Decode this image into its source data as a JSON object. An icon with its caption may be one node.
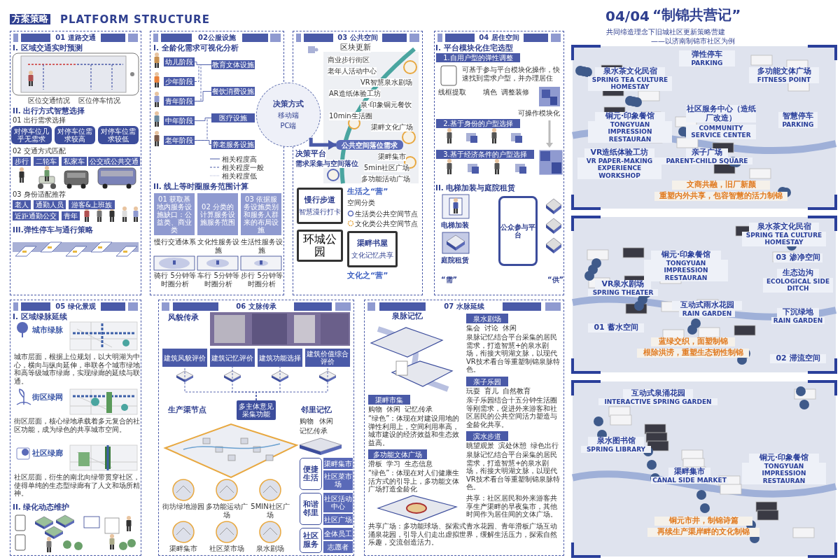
{
  "diagram": {
    "nodes": [
      {
        "text": [
          "01 道路交通"
        ]
      },
      {
        "text": [
          "02公服设施"
        ]
      },
      {
        "text": [
          "03 公共空间"
        ]
      },
      {
        "text": [
          "04 居住空间"
        ]
      },
      {
        "text": [
          "05 绿化景观"
        ]
      },
      {
        "text": [
          "06 文脉传承"
        ]
      },
      {
        "text": [
          "07 水脉延续"
        ]
      },
      {
        "text": [
          "对停车位几乎无需求"
        ],
        "in": 0
      },
      {
        "text": [
          "对停车位需求较高"
        ],
        "in": 0
      },
      {
        "text": [
          "对停车位需求较低"
        ],
        "in": 0
      },
      {
        "text": [
          "步行"
        ],
        "in": 0
      },
      {
        "text": [
          "二轮车"
        ],
        "in": 0
      },
      {
        "text": [
          "私家车"
        ],
        "in": 0
      },
      {
        "text": [
          "公交或公共交通"
        ],
        "in": 0
      },
      {
        "text": [
          "老人"
        ],
        "in": 0
      },
      {
        "text": [
          "通勤人员"
        ],
        "in": 0
      },
      {
        "text": [
          "游客&上班族"
        ],
        "in": 0
      },
      {
        "text": [
          "近距通勤公交"
        ],
        "in": 0
      },
      {
        "text": [
          "青年"
        ],
        "in": 0
      },
      {
        "text": [
          "幼儿阶段"
        ],
        "in": 1
      },
      {
        "text": [
          "少年阶段"
        ],
        "in": 1
      },
      {
        "text": [
          "青年阶段"
        ],
        "in": 1
      },
      {
        "text": [
          "中年阶段"
        ],
        "in": 1
      },
      {
        "text": [
          "老年阶段"
        ],
        "in": 1
      },
      {
        "text": [
          "教育文体设施"
        ],
        "in": 1
      },
      {
        "text": [
          "餐饮消费设施"
        ],
        "in": 1
      },
      {
        "text": [
          "医疗设施"
        ],
        "in": 1
      },
      {
        "text": [
          "养老服务设施"
        ],
        "in": 1
      },
      {
        "text": [
          "01 获取基地内服务设施缺口：公益类、商业类"
        ],
        "in": 1
      },
      {
        "text": [
          "02 分类的计算服务设施服务范围"
        ],
        "in": 1
      },
      {
        "text": [
          "03 依据服务设施类别和服务人群来的布局设施"
        ],
        "in": 1
      },
      {
        "text": [
          "决策方式",
          "移动端",
          "PC端"
        ]
      },
      {
        "text": [
          "公共空间落位需求"
        ],
        "in": 2
      },
      {
        "text": [
          "慢行步道",
          "智慧漫行打卡"
        ],
        "in": 2
      },
      {
        "text": [
          "环城公园"
        ],
        "in": 2
      },
      {
        "text": [
          "渠畔书屋",
          "文化记忆共享"
        ],
        "in": 2
      },
      {
        "text": [
          "1.自用户型的弹性调整"
        ],
        "in": 3
      },
      {
        "text": [
          "2.基于身份的户型选择"
        ],
        "in": 3
      },
      {
        "text": [
          "3.基于经济条件的户型选择"
        ],
        "in": 3
      },
      {
        "text": [
          "公众参与平台"
        ],
        "in": 3
      },
      {
        "text": [
          "建筑风貌评价"
        ],
        "in": 5
      },
      {
        "text": [
          "建筑记忆评价"
        ],
        "in": 5
      },
      {
        "text": [
          "建筑功能选择"
        ],
        "in": 5
      },
      {
        "text": [
          "建筑价值综合评价"
        ],
        "in": 5
      },
      {
        "text": [
          "多主体意见采集功能"
        ],
        "in": 5
      },
      {
        "text": [
          "便捷生活"
        ],
        "in": 5
      },
      {
        "text": [
          "渠畔集市"
        ],
        "in": 5
      },
      {
        "text": [
          "社区菜市场"
        ],
        "in": 5
      },
      {
        "text": [
          "和谐邻里"
        ],
        "in": 5
      },
      {
        "text": [
          "社区活动中心"
        ],
        "in": 5
      },
      {
        "text": [
          "社区广场"
        ],
        "in": 5
      },
      {
        "text": [
          "社区服务"
        ],
        "in": 5
      },
      {
        "text": [
          "全体员工"
        ],
        "in": 5
      },
      {
        "text": [
          "志愿者"
        ],
        "in": 5
      },
      {
        "text": [
          "泉水剧场"
        ],
        "in": 6,
        "beside": [
          "集会",
          "讨论",
          "休闲"
        ]
      },
      {
        "text": [
          "亲子乐园"
        ],
        "in": 6,
        "beside": [
          "玩耍",
          "育儿",
          "自然教育"
        ]
      },
      {
        "text": [
          "滨水步道"
        ],
        "in": 6,
        "beside": [
          "眺望观景",
          "滨处休憩",
          "绿色出行"
        ]
      },
      {
        "text": [
          "渠畔市集"
        ],
        "in": 6,
        "beside": [
          "购物",
          "休闲",
          "记忆传承"
        ]
      },
      {
        "text": [
          "多功能文体广场"
        ],
        "in": 6,
        "beside": [
          "滑板",
          "学习",
          "生态信息"
        ]
      }
    ],
    "edges": [
      {
        "from": 19,
        "to": 24,
        "arrow": "none"
      },
      {
        "from": 20,
        "to": 24,
        "arrow": "none",
        "style": "dashed"
      },
      {
        "from": 21,
        "to": 24,
        "arrow": "none",
        "style": "dashed"
      },
      {
        "from": 21,
        "to": 25,
        "arrow": "none"
      },
      {
        "from": 22,
        "to": 26,
        "arrow": "none"
      },
      {
        "from": 23,
        "to": 26,
        "arrow": "none",
        "style": "dashed"
      },
      {
        "from": 23,
        "to": 27,
        "arrow": "none"
      },
      {
        "from": 44,
        "to": 40,
        "arrow": "none",
        "style": "dashed"
      },
      {
        "from": 44,
        "to": 41,
        "arrow": "none",
        "style": "dashed"
      },
      {
        "from": 44,
        "to": 42,
        "arrow": "none",
        "style": "dashed"
      },
      {
        "from": 44,
        "to": 43,
        "arrow": "none",
        "style": "dashed"
      },
      {
        "from": 31,
        "to": 32,
        "arrow": "to",
        "style": "thick"
      }
    ],
    "labels": [
      "方案策略",
      "PLATFORM STRUCTURE",
      "I. 区域交通实时预测",
      "区位交通情况",
      "区位停车情况",
      "II. 出行方式智慧选择",
      "01 出行需求选择",
      "02 交通方式匹配",
      "03 身份适配推荐",
      "III.弹性停车与通行策略",
      "I. 全龄化需求可视化分析",
      "II. 线上等时圈服务范围计算",
      "慢行交通体系",
      "文化性服务设施",
      "生活性服务设施",
      "骑行 5分钟等时圈分析",
      "车行 5分钟等时圈分析",
      "步行 5分钟等时圈分析",
      "决策平台",
      "需求采集与空间落位",
      "区块更新",
      "商业步行街区",
      "老年人活动中心",
      "VR智慧泉水剧场",
      "AR造纸体验工坊",
      "泉·印象铜元餐饮",
      "10min生活圈",
      "渠畔文化广场",
      "渠畔集市",
      "5min社区广场",
      "多功能活动广场",
      "生活之“营”",
      "空间分类",
      "文化之“营”",
      "I. 平台模块化住宅选型",
      "可基于参与平台模块化操作，快速找到需求户型，并办理居住",
      "线框提取",
      "填色",
      "调整装修",
      "可操作模块化",
      "II. 电梯加装与庭院租赁",
      "电梯加装",
      "庭院租赁",
      "“需”",
      "“供”",
      "I. 区域绿脉延续",
      "城市绿脉",
      "城市层面，根据上位规划，以大明湖为中心，横向与纵向延伸，串联各个城市绿地和高等级城市绿廊，实现绿廊的延续与联通。",
      "街区绿网",
      "街区层面，核心绿地承载着多元复合的社区功能，成为绿色的共享城市空间。",
      "社区绿廊",
      "社区层面，衍生的南北向绿带贯穿社区，使得单纯的生态型绿廊有了人文和场所精神。",
      "II. 绿化动态维护",
      "风貌传承",
      "生产渠节点",
      "邻里记忆",
      "购物",
      "休闲",
      "记忆传承",
      "街坊绿地游园",
      "多功能运动广场",
      "5MIN社区广场",
      "渠畔集市",
      "社区菜市场",
      "泉水剧场",
      "泉脉记忆",
      "泉脉记忆结合平台采集的居民需求，打造智慧+的泉水剧场，衔接大明湖文脉，以现代VR技术看台等重塑制锦泉脉特色。",
      "亲子乐园结合十五分钟生活圈等刚需求，促进外来游客和社区居民的公共空间活力塑造与全龄化共享。",
      "泉脉记忆结合平台采集的居民需求，打造智慧+的泉水剧场，衔接大明湖文脉，以现代VR技术看台等重塑制锦泉脉特色。",
      "“绿色”：体现在对建设用地的弹性利用上，空间利用率高，城市建设的经济效益和生态效益高。",
      "共享：社区居民和外来游客共享生产渠畔的早夜集市，其他时间作为居住间的文体广场。",
      "“绿色”：体现在对人们健康生活方式的引导上，多功能文体广场打造全龄化",
      "共享广场：多功能球场、探索式青水花园、青年滑板广场互动涌泉花园，引导人们走出虚拟世界，缓解生活压力，探索自然乐趣，交流创造活力。",
      "04/04",
      "“制锦共营记”",
      "共同缔造理念下旧城社区更新策略营建",
      "——以济南制锦市社区为例",
      "弹性停车",
      "PARKING",
      "泉水茶文化民宿",
      "SPRING TEA CULTURE HOMESTAY",
      "多功能文体广场",
      "FITNESS POINT",
      "铜元·印象餐馆",
      "TONGYUAN IMPRESSION RESTAURAN",
      "社区服务中心（造纸厂改造）",
      "COMMUNITY SERVICE CENTER",
      "智慧停车",
      "PARKING",
      "亲子广场",
      "PARENT-CHILD SQUARE",
      "VR造纸体验工坊",
      "VR PAPER-MAKING EXPERIENCE WORKSHOP",
      "文商共融，旧厂新颜",
      "重塑内外共享，包容智慧的活力制锦",
      "泉水茶文化民宿",
      "SPRING TEA CULTURE HOMESTAY",
      "铜元·印象餐馆",
      "TONGYUAN IMPRESSION RESTAURAN",
      "03 渗净空间",
      "VR泉水剧场",
      "SPRING THEATER",
      "生态边沟",
      "ECOLOGICAL SIDE DITCH",
      "互动式雨水花园",
      "RAIN GARDEN",
      "01 蓄水空间",
      "下沉绿地",
      "RAIN GARDEN",
      "02 滞流空间",
      "蓝绿交织，面塑制锦",
      "根除洪涝，重塑生态韧性制锦",
      "互动式泉涌花园",
      "INTERACTIVE SPRING GARDEN",
      "泉水图书馆",
      "SPRING LIBRARY",
      "渠畔集市",
      "CANAL SIDE MARKET",
      "铜元·印象餐馆",
      "TONGYUAN IMPRESSION RESTAURAN",
      "铜元市井，制锦诗篇",
      "再续生产渠岸畔的文化制锦"
    ],
    "legend": [
      {
        "text": "相关程度高"
      },
      {
        "text": "相关程度一般"
      },
      {
        "text": "相关程度低"
      },
      {
        "text": "生活类公共空间节点"
      },
      {
        "text": "文化类公共空间节点"
      }
    ]
  }
}
